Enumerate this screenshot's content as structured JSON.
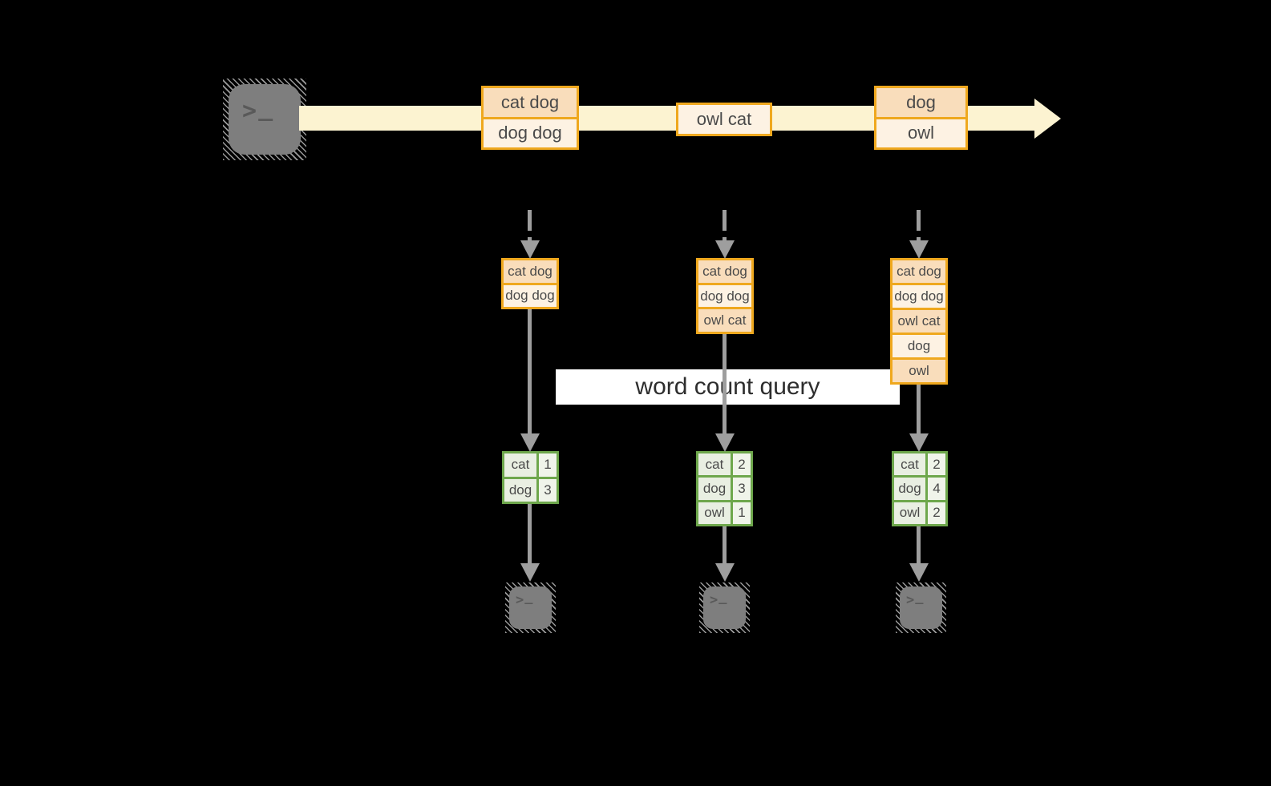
{
  "colors": {
    "background": "#000000",
    "stream_band": "#fcf3d1",
    "event_border": "#efa81e",
    "event_fill_dark": "#f9ddbb",
    "event_fill_light": "#fdf2e3",
    "table_border": "#6ea74c",
    "table_fill": "#e9efe2",
    "table_fill_count": "#f0f4ea",
    "arrow_gray": "#9e9e9e",
    "terminal_gray": "#7e7e7e",
    "banner_bg": "#ffffff",
    "text": "#4a4a4a"
  },
  "source": {
    "icon": "terminal-prompt",
    "glyph_gt": ">",
    "glyph_us": "_"
  },
  "stream": {
    "events": [
      {
        "lines": [
          "cat dog",
          "dog dog"
        ]
      },
      {
        "lines": [
          "owl cat"
        ]
      },
      {
        "lines": [
          "dog",
          "owl"
        ]
      }
    ]
  },
  "query_banner": "word count query",
  "pipelines": [
    {
      "buffer": [
        "cat dog",
        "dog dog"
      ],
      "counts": [
        {
          "word": "cat",
          "count": "1"
        },
        {
          "word": "dog",
          "count": "3"
        }
      ]
    },
    {
      "buffer": [
        "cat dog",
        "dog dog",
        "owl cat"
      ],
      "counts": [
        {
          "word": "cat",
          "count": "2"
        },
        {
          "word": "dog",
          "count": "3"
        },
        {
          "word": "owl",
          "count": "1"
        }
      ]
    },
    {
      "buffer": [
        "cat dog",
        "dog dog",
        "owl cat",
        "dog",
        "owl"
      ],
      "counts": [
        {
          "word": "cat",
          "count": "2"
        },
        {
          "word": "dog",
          "count": "4"
        },
        {
          "word": "owl",
          "count": "2"
        }
      ]
    }
  ],
  "sinks": [
    {
      "icon": "terminal-prompt"
    },
    {
      "icon": "terminal-prompt"
    },
    {
      "icon": "terminal-prompt"
    }
  ]
}
